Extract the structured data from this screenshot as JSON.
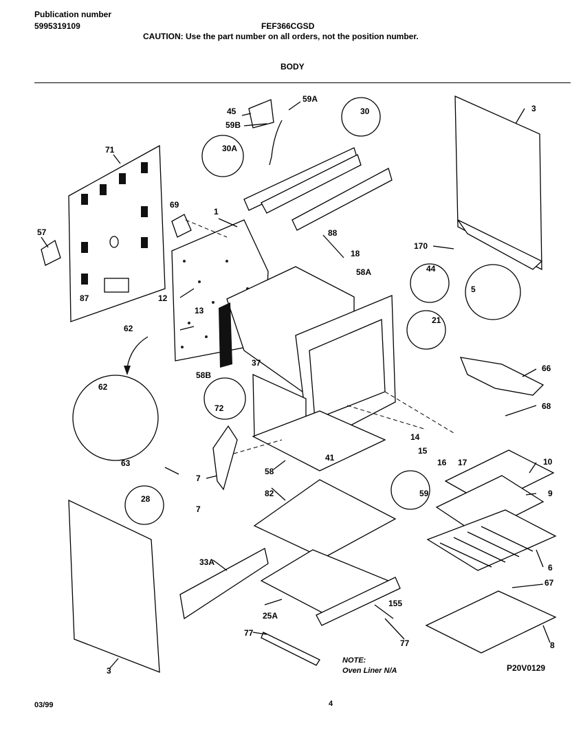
{
  "header": {
    "publication_label": "Publication number",
    "publication_number": "5995319109",
    "model": "FEF366CGSD",
    "caution": "CAUTION:  Use the part number on all orders, not the position number.",
    "section_title": "BODY"
  },
  "diagram": {
    "labels": {
      "p45": "45",
      "p59A": "59A",
      "p30": "30",
      "p59B": "59B",
      "p3_top": "3",
      "p71": "71",
      "p30A": "30A",
      "p69": "69",
      "p1": "1",
      "p88": "88",
      "p57": "57",
      "p170": "170",
      "p18": "18",
      "p58A": "58A",
      "p44": "44",
      "p87": "87",
      "p12": "12",
      "p13": "13",
      "p5": "5",
      "p21": "21",
      "p62_main": "62",
      "p37": "37",
      "p66": "66",
      "p58B": "58B",
      "p68": "68",
      "p72": "72",
      "p62_inset": "62",
      "p14": "14",
      "p15": "15",
      "p16": "16",
      "p17": "17",
      "p63": "63",
      "p10": "10",
      "p7_a": "7",
      "p41": "41",
      "p58": "58",
      "p28": "28",
      "p59": "59",
      "p9": "9",
      "p7_b": "7",
      "p82": "82",
      "p33A": "33A",
      "p6": "6",
      "p67": "67",
      "p155": "155",
      "p25A": "25A",
      "p77_a": "77",
      "p77_b": "77",
      "p8": "8",
      "p3_bottom": "3"
    },
    "note_title": "NOTE:",
    "note_text": "Oven Liner N/A",
    "figure_code": "P20V0129"
  },
  "footer": {
    "date": "03/99",
    "page": "4"
  }
}
